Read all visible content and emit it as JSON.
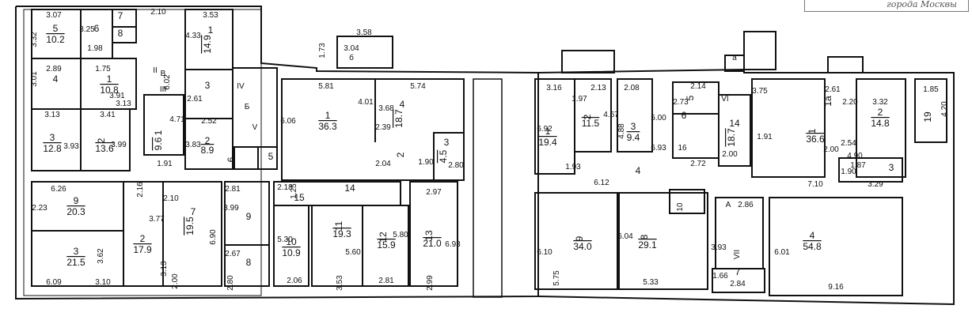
{
  "stamp_text": "города Москвы",
  "labels": [
    [
      "3.07",
      ""
    ],
    [
      "5",
      "room-number"
    ],
    [
      "10.2",
      "room-area"
    ],
    [
      "3.32",
      ""
    ],
    [
      "3.25",
      ""
    ],
    [
      "6",
      "room-number"
    ],
    [
      "7",
      "room-number"
    ],
    [
      "8",
      "room-number"
    ],
    [
      "1.98",
      ""
    ],
    [
      "2.10",
      ""
    ],
    [
      "3.53",
      ""
    ],
    [
      "1",
      "room-number"
    ],
    [
      "14.9",
      "room-area"
    ],
    [
      "4.33",
      ""
    ],
    [
      "2.89",
      ""
    ],
    [
      "4",
      "room-number"
    ],
    [
      "1.75",
      ""
    ],
    [
      "1",
      "room-number"
    ],
    [
      "10.8",
      "room-area"
    ],
    [
      "3.01",
      ""
    ],
    [
      "3.91",
      ""
    ],
    [
      "II",
      ""
    ],
    [
      "В",
      ""
    ],
    [
      "6.02",
      ""
    ],
    [
      "III",
      ""
    ],
    [
      "3.13",
      ""
    ],
    [
      "3.58",
      ""
    ],
    [
      "3.04",
      ""
    ],
    [
      "б",
      ""
    ],
    [
      "1.73",
      ""
    ],
    [
      "2.61",
      ""
    ],
    [
      "3",
      "room-number"
    ],
    [
      "IV",
      ""
    ],
    [
      "Б",
      ""
    ],
    [
      "V",
      ""
    ],
    [
      "2.52",
      ""
    ],
    [
      "3.83",
      ""
    ],
    [
      "2",
      "room-number"
    ],
    [
      "8.9",
      "room-area"
    ],
    [
      "6",
      "room-number"
    ],
    [
      "5",
      "room-number"
    ],
    [
      "3.13",
      ""
    ],
    [
      "3.41",
      ""
    ],
    [
      "3",
      "room-number"
    ],
    [
      "12.8",
      "room-area"
    ],
    [
      "3.93",
      ""
    ],
    [
      "2",
      "room-number"
    ],
    [
      "13.6",
      "room-area"
    ],
    [
      "3.99",
      ""
    ],
    [
      "1",
      "room-number"
    ],
    [
      "9.6",
      "room-area"
    ],
    [
      "4.71",
      ""
    ],
    [
      "1.91",
      ""
    ],
    [
      "5.81",
      ""
    ],
    [
      "5.74",
      ""
    ],
    [
      "3.68",
      ""
    ],
    [
      "4.01",
      ""
    ],
    [
      "4",
      "room-number"
    ],
    [
      "18.7",
      "room-area"
    ],
    [
      "6.06",
      ""
    ],
    [
      "1",
      "room-number"
    ],
    [
      "36.3",
      "room-area"
    ],
    [
      "2.39",
      ""
    ],
    [
      "2.04",
      ""
    ],
    [
      "2",
      "room-number"
    ],
    [
      "1.90",
      ""
    ],
    [
      "3",
      "room-number"
    ],
    [
      "4.5",
      "room-area"
    ],
    [
      "2.80",
      ""
    ],
    [
      "6.26",
      ""
    ],
    [
      "9",
      "room-number"
    ],
    [
      "20.3",
      "room-area"
    ],
    [
      "2.23",
      ""
    ],
    [
      "2.16",
      ""
    ],
    [
      "2.10",
      ""
    ],
    [
      "3.77",
      ""
    ],
    [
      "7",
      "room-number"
    ],
    [
      "19.5",
      "room-area"
    ],
    [
      "6.90",
      ""
    ],
    [
      "2",
      "room-number"
    ],
    [
      "17.9",
      "room-area"
    ],
    [
      "3.13",
      ""
    ],
    [
      "3",
      "room-number"
    ],
    [
      "21.5",
      "room-area"
    ],
    [
      "3.62",
      ""
    ],
    [
      "6.09",
      ""
    ],
    [
      "3.10",
      ""
    ],
    [
      "2.00",
      ""
    ],
    [
      "2.81",
      ""
    ],
    [
      "3.99",
      ""
    ],
    [
      "9",
      "room-number"
    ],
    [
      "2.67",
      ""
    ],
    [
      "8",
      "room-number"
    ],
    [
      "2.80",
      ""
    ],
    [
      "2.18",
      ""
    ],
    [
      "1.25",
      ""
    ],
    [
      "14",
      "room-number"
    ],
    [
      "15",
      "room-number"
    ],
    [
      "2.97",
      ""
    ],
    [
      "5.30",
      ""
    ],
    [
      "10",
      "room-number"
    ],
    [
      "10.9",
      "room-area"
    ],
    [
      "2.06",
      ""
    ],
    [
      "11",
      "room-number"
    ],
    [
      "19.3",
      "room-area"
    ],
    [
      "5.60",
      ""
    ],
    [
      "12",
      "room-number"
    ],
    [
      "15.9",
      "room-area"
    ],
    [
      "5.80",
      ""
    ],
    [
      "13",
      "room-number"
    ],
    [
      "21.0",
      "room-area"
    ],
    [
      "6.93",
      ""
    ],
    [
      "3.53",
      ""
    ],
    [
      "2.81",
      ""
    ],
    [
      "2.99",
      ""
    ],
    [
      "3.16",
      ""
    ],
    [
      "1.97",
      ""
    ],
    [
      "2.13",
      ""
    ],
    [
      "2.08",
      ""
    ],
    [
      "5.00",
      ""
    ],
    [
      "2.14",
      ""
    ],
    [
      "2.73",
      ""
    ],
    [
      "5",
      "room-number"
    ],
    [
      "6",
      "room-number"
    ],
    [
      "VI",
      ""
    ],
    [
      "2",
      "room-number"
    ],
    [
      "11.5",
      "room-area"
    ],
    [
      "4.67",
      ""
    ],
    [
      "3",
      "room-number"
    ],
    [
      "9.4",
      "room-area"
    ],
    [
      "4.88",
      ""
    ],
    [
      "6.92",
      ""
    ],
    [
      "1",
      "room-number"
    ],
    [
      "19.4",
      "room-area"
    ],
    [
      "16",
      ""
    ],
    [
      "14",
      "room-number"
    ],
    [
      "18.7",
      "room-area"
    ],
    [
      "2.00",
      ""
    ],
    [
      "6.93",
      ""
    ],
    [
      "2.72",
      ""
    ],
    [
      "1.93",
      ""
    ],
    [
      "4",
      "room-number"
    ],
    [
      "6.12",
      ""
    ],
    [
      "а",
      ""
    ],
    [
      "3.75",
      ""
    ],
    [
      "2.61",
      ""
    ],
    [
      "1а",
      "room-number"
    ],
    [
      "2.20",
      ""
    ],
    [
      "3.32",
      ""
    ],
    [
      "2",
      "room-number"
    ],
    [
      "14.8",
      "room-area"
    ],
    [
      "1.85",
      ""
    ],
    [
      "19",
      "room-number"
    ],
    [
      "4.20",
      ""
    ],
    [
      "1.91",
      ""
    ],
    [
      "1",
      "room-number"
    ],
    [
      "36.6",
      "room-area"
    ],
    [
      "2.54",
      ""
    ],
    [
      "4.90",
      ""
    ],
    [
      "2.00",
      ""
    ],
    [
      "1.90",
      ""
    ],
    [
      "1.87",
      ""
    ],
    [
      "3",
      "room-number"
    ],
    [
      "7.10",
      ""
    ],
    [
      "3.29",
      ""
    ],
    [
      "10",
      ""
    ],
    [
      "A",
      ""
    ],
    [
      "2.86",
      ""
    ],
    [
      "6.10",
      ""
    ],
    [
      "9",
      "room-number"
    ],
    [
      "34.0",
      "room-area"
    ],
    [
      "6.04",
      ""
    ],
    [
      "8",
      "room-number"
    ],
    [
      "29.1",
      "room-area"
    ],
    [
      "3.93",
      ""
    ],
    [
      "VII",
      ""
    ],
    [
      "6.01",
      ""
    ],
    [
      "4",
      "room-number"
    ],
    [
      "54.8",
      "room-area"
    ],
    [
      "5.75",
      ""
    ],
    [
      "5.33",
      ""
    ],
    [
      "1.66",
      ""
    ],
    [
      "7",
      "room-number"
    ],
    [
      "2.84",
      ""
    ],
    [
      "9.16",
      ""
    ]
  ]
}
